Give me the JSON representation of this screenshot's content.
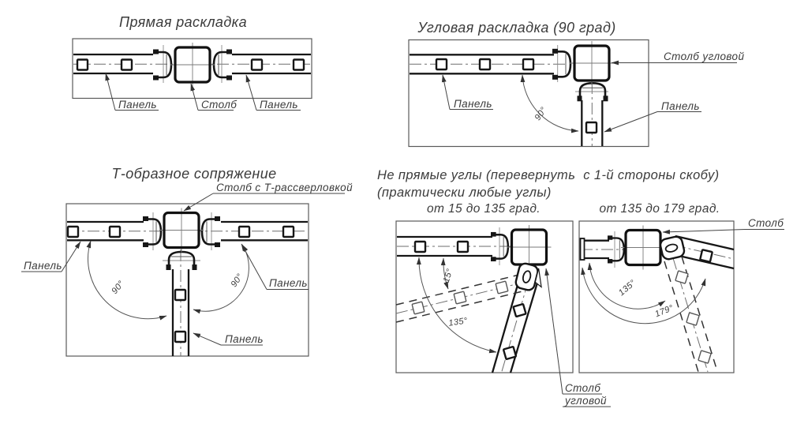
{
  "canvas": {
    "background": "#ffffff",
    "ink": "#161616",
    "text_color": "#3b3b3b"
  },
  "d1": {
    "title": "Прямая раскладка",
    "panel_left": "Панель",
    "post": "Столб",
    "panel_right": "Панель"
  },
  "d2": {
    "title": "Угловая раскладка (90 град)",
    "post": "Столб угловой",
    "panel_left": "Панель",
    "panel_bottom": "Панель",
    "angle": "90°"
  },
  "d3": {
    "title": "Т-образное сопряжение",
    "post": "Столб с Т-рассверловкой",
    "panel_left": "Панель",
    "panel_right": "Панель",
    "panel_bottom": "Панель",
    "angle_left": "90°",
    "angle_right": "90°"
  },
  "d4": {
    "heading1": "Не прямые углы (перевернуть  с 1-й стороны скобу)",
    "heading2": "(практически любые углы)",
    "range_a": "от 15 до 135 град.",
    "range_b": "от 135 до 179 град.",
    "a_min": "15°",
    "a_max": "135°",
    "b_min": "135°",
    "b_max": "179°",
    "post_b": "Столб",
    "post_a_line1": "Столб",
    "post_a_line2": "угловой"
  }
}
